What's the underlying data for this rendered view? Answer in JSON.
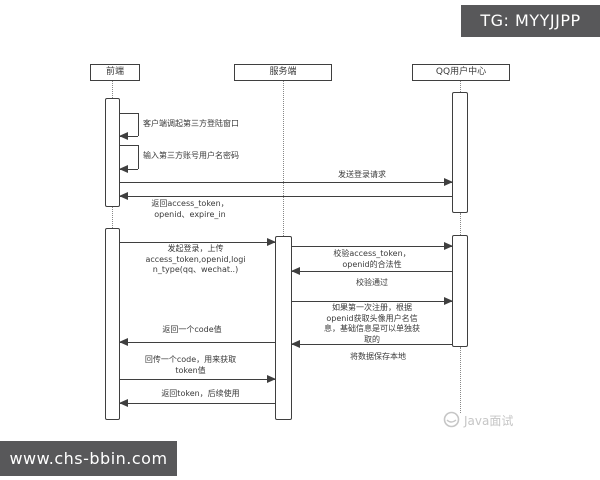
{
  "colors": {
    "badge_bg": "#58585a",
    "badge_text": "#ffffff",
    "line": "#3f3f3f",
    "text": "#3a3a3a",
    "watermark": "#c6c6c6"
  },
  "header": {
    "tg_badge": "TG: MYYJJPP"
  },
  "footer": {
    "site_badge": "www.chs-bbin.com"
  },
  "watermark": {
    "label": "Java面试"
  },
  "diagram": {
    "type": "sequence",
    "actors": [
      {
        "label": "前端"
      },
      {
        "label": "服务端"
      },
      {
        "label": "QQ用户中心"
      }
    ],
    "messages": [
      {
        "from": "前端",
        "to": "前端",
        "text": "客户端调起第三方登陆窗口"
      },
      {
        "from": "前端",
        "to": "前端",
        "text": "输入第三方账号用户名密码"
      },
      {
        "from": "前端",
        "to": "QQ用户中心",
        "text": "发送登录请求"
      },
      {
        "from": "QQ用户中心",
        "to": "前端",
        "text": "返回access_token，\nopenid、expire_in"
      },
      {
        "from": "前端",
        "to": "服务端",
        "text": "发起登录，上传\naccess_token,openid,logi\nn_type(qq、wechat..)"
      },
      {
        "from": "服务端",
        "to": "QQ用户中心",
        "text": "校验access_token，\nopenid的合法性"
      },
      {
        "from": "QQ用户中心",
        "to": "服务端",
        "text": "校验通过"
      },
      {
        "from": "服务端",
        "to": "QQ用户中心",
        "text": "如果第一次注册，根据\nopenid获取头像用户名信\n息，基础信息是可以单独获\n取的"
      },
      {
        "from": "服务端",
        "to": "前端",
        "text": "返回一个code值"
      },
      {
        "from": "QQ用户中心",
        "to": "服务端",
        "text": "将数据保存本地"
      },
      {
        "from": "前端",
        "to": "服务端",
        "text": "回传一个code，用来获取\ntoken值"
      },
      {
        "from": "服务端",
        "to": "前端",
        "text": "返回token，后续使用"
      }
    ]
  }
}
